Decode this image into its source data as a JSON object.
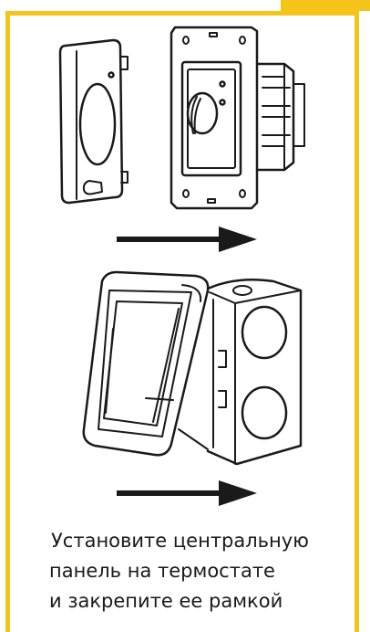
{
  "caption": {
    "line1": "Установите центральную",
    "line2": "панель на термостате",
    "line3": "и закрепите ее рамкой"
  },
  "colors": {
    "frame": "#f4c418",
    "ink": "#1a1a1a"
  },
  "icons": [
    "central-panel-illustration",
    "thermostat-body-illustration",
    "right-arrow-icon",
    "frame-mounting-illustration",
    "junction-box-illustration"
  ]
}
